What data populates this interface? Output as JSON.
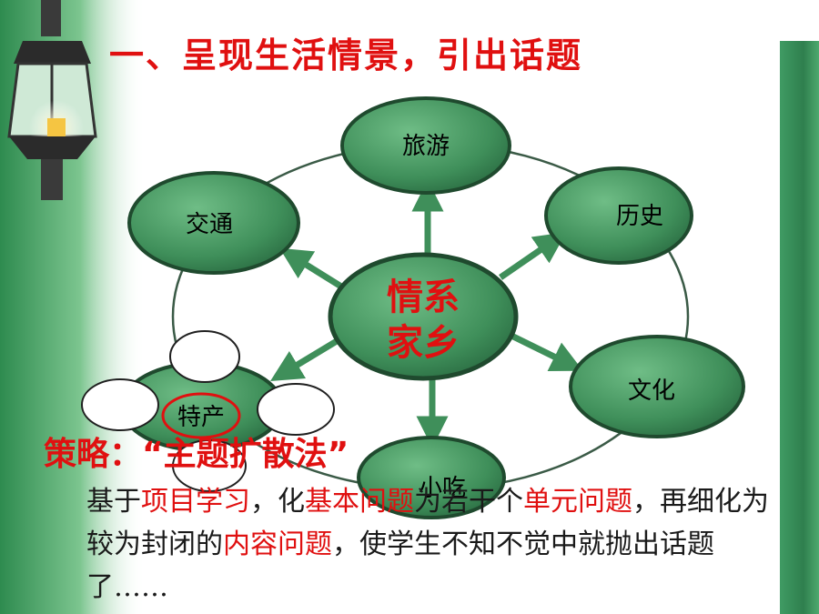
{
  "title": "一、呈现生活情景，引出话题",
  "center": {
    "line1": "情系",
    "line2": "家乡"
  },
  "nodes": {
    "tourism": "旅游",
    "history": "历史",
    "transport": "交通",
    "culture": "文化",
    "snacks": "小吃",
    "specialty": "特产"
  },
  "strategy": "策略：“主题扩散法”",
  "paragraph": {
    "p1": "基于",
    "h1": "项目学习",
    "p2": "，化",
    "h2": "基本问题",
    "p3": "为若干个",
    "h3": "单元问题",
    "p4": "，再细化为较为封闭的",
    "h4": "内容问题",
    "p5": "，使学生不知不觉中就抛出话题了……"
  },
  "colors": {
    "accent": "#e01010",
    "node_fill": "#4a9a64",
    "node_border": "#1f4a2e",
    "background_green": "#3f9b63"
  }
}
